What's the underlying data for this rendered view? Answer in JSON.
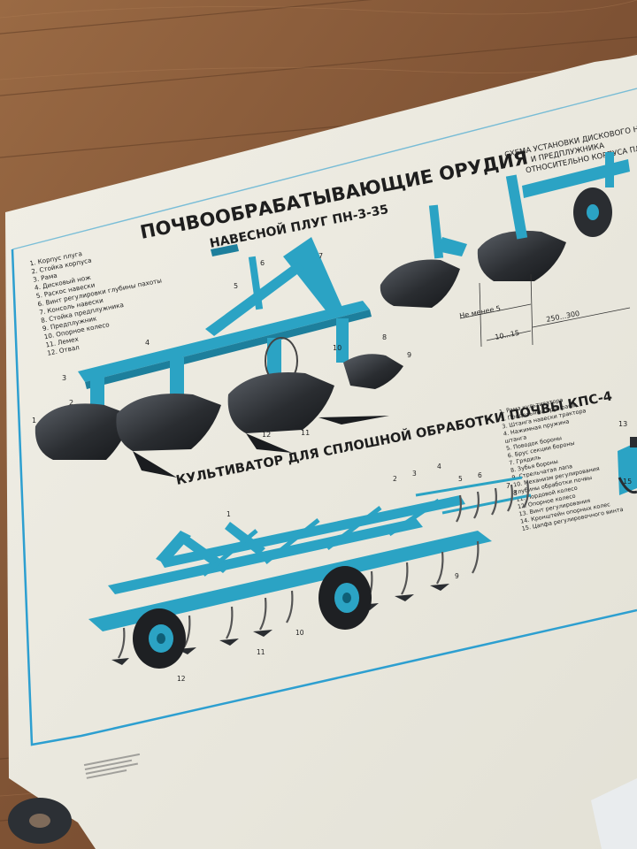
{
  "poster": {
    "main_title": "ПОЧВООБРАБАТЫВАЮЩИЕ ОРУДИЯ",
    "plough_title": "НАВЕСНОЙ ПЛУГ ПН-3-35",
    "scheme_title": {
      "line1": "СХЕМА УСТАНОВКИ ДИСКОВОГО НОЖА",
      "line2": "И ПРЕДПЛУЖНИКА",
      "line3": "ОТНОСИТЕЛЬНО КОРПУСА ПЛУГА"
    },
    "cultivator_title_a": "КУЛЬТИВАТОР ДЛЯ СПЛОШНОЙ ОБРАБОТКИ ПОЧВЫ КПС-4",
    "plough_legend": [
      "1. Корпус плуга",
      "2. Стойка корпуса",
      "3. Рама",
      "4. Дисковый нож",
      "5. Раскос навески",
      "6. Винт регулировки глубины пахоты",
      "7. Консоль навески",
      "8. Стойка предплужника",
      "9. Предплужник",
      "10. Опорное колесо",
      "11. Лемех",
      "12. Отвал"
    ],
    "cultivator_legend": [
      "1. Рама культиватора",
      "2. Продольный брус рамы",
      "3. Штанга навески тракторa",
      "4. Нажимная пружина",
      "штанга",
      "5. Поводок бороны",
      "6. Брус секции бороны",
      "7. Грядиль",
      "8. Зубья бороны",
      "9. Стрельчатая лапа",
      "10. Механизм регулирования",
      "глубины обработки почвы",
      "11. Пордовой колесо",
      "12. Опорное колесо",
      "13. Винт регулирования",
      "14. Кронштейн опорных колес",
      "15. Цапфа регулировочного винта"
    ],
    "dimensions": {
      "not_less": "Не менее 5",
      "range_a": "10...15",
      "range_b": "250...300"
    },
    "plough_callouts": [
      "1",
      "2",
      "3",
      "4",
      "5",
      "6",
      "7",
      "8",
      "9",
      "10",
      "11",
      "12"
    ],
    "cultivator_callouts": [
      "1",
      "2",
      "3",
      "4",
      "5",
      "6",
      "7",
      "8",
      "9",
      "10",
      "11",
      "12"
    ],
    "edge_callouts": [
      "13",
      "15"
    ]
  },
  "colors": {
    "paper": "#eeece2",
    "machine_blue": "#2ba3c4",
    "dark_steel": "#2b2e33",
    "border_blue": "#2d9fd0",
    "floor": "#8a5a3a"
  }
}
